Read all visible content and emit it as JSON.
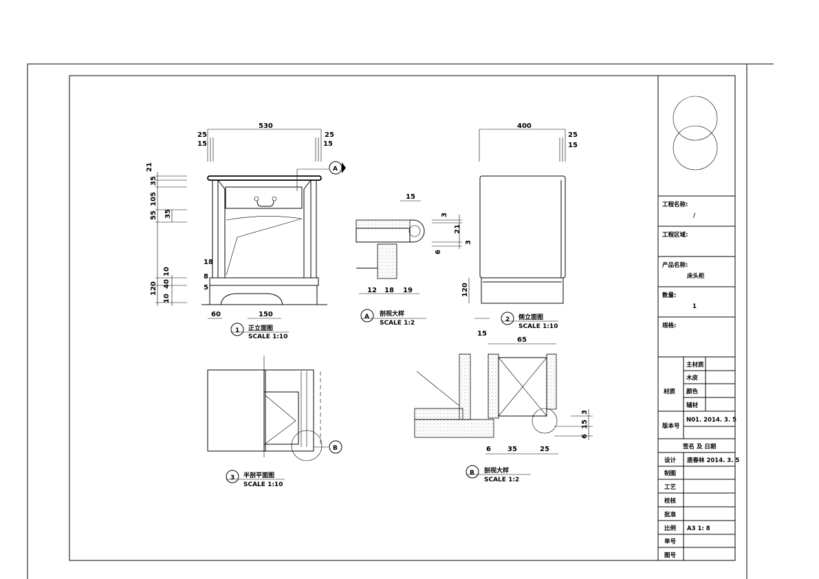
{
  "front_view": {
    "dims_top": [
      "530",
      "25",
      "15",
      "25",
      "15"
    ],
    "dims_left": [
      "21",
      "35",
      "105",
      "55",
      "35",
      "10",
      "40",
      "120",
      "10"
    ],
    "dims_small": [
      "18",
      "8",
      "5"
    ],
    "dims_bottom": [
      "60",
      "150"
    ],
    "callout": "A",
    "marker": "1",
    "title": "正立面图",
    "scale": "SCALE 1:10"
  },
  "section_a": {
    "dims": [
      "15",
      "3",
      "21",
      "3",
      "6",
      "12",
      "18",
      "19"
    ],
    "marker": "A",
    "title": "剖视大样",
    "scale": "SCALE 1:2"
  },
  "side_view": {
    "dims": [
      "400",
      "25",
      "15",
      "120",
      "15"
    ],
    "marker": "2",
    "title": "侧立面图",
    "scale": "SCALE 1:10"
  },
  "plan_view": {
    "callout": "B",
    "marker": "3",
    "title": "半剖平面图",
    "scale": "SCALE 1:10"
  },
  "section_b": {
    "dims": [
      "65",
      "3",
      "15",
      "6",
      "6",
      "35",
      "25"
    ],
    "marker": "B",
    "title": "剖视大样",
    "scale": "SCALE 1:2"
  },
  "title_block": {
    "project_name_label": "工程名称:",
    "project_name_value": "/",
    "project_area_label": "工程区域:",
    "product_name_label": "产品名称:",
    "product_name_value": "床头柜",
    "quantity_label": "数量:",
    "quantity_value": "1",
    "spec_label": "规格:",
    "material_label": "材质",
    "materials": [
      "主材质",
      "木皮",
      "颜色",
      "辅材"
    ],
    "version_label": "版本号",
    "version_value": "N01. 2014. 3. 5",
    "sign_header": "签名 及 日期",
    "rows": [
      {
        "label": "设计",
        "value": "唐春林 2014. 3. 5"
      },
      {
        "label": "制图",
        "value": ""
      },
      {
        "label": "工艺",
        "value": ""
      },
      {
        "label": "校核",
        "value": ""
      },
      {
        "label": "批准",
        "value": ""
      },
      {
        "label": "比例",
        "value": "A3 1: 8"
      },
      {
        "label": "单号",
        "value": ""
      },
      {
        "label": "图号",
        "value": ""
      }
    ]
  }
}
